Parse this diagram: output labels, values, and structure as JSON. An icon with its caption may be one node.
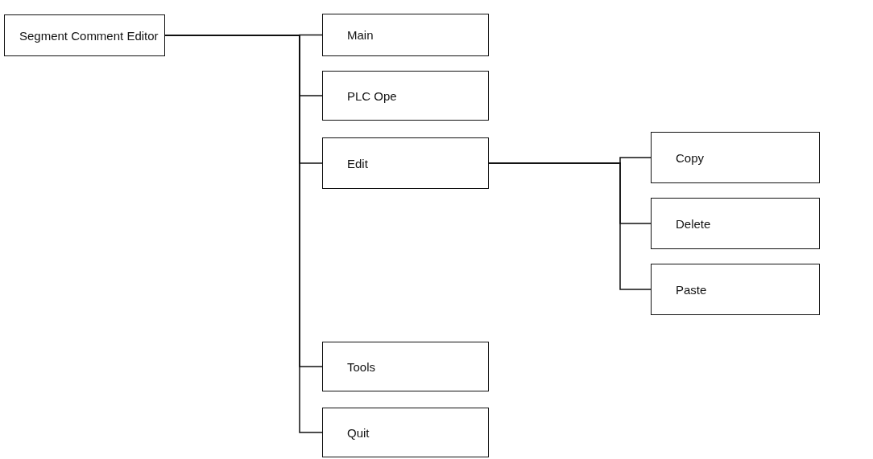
{
  "diagram": {
    "nodes": [
      {
        "text": [
          "Segment Comment Editor"
        ]
      },
      {
        "text": [
          "Main"
        ]
      },
      {
        "text": [
          "PLC Ope"
        ]
      },
      {
        "text": [
          "Edit"
        ]
      },
      {
        "text": [
          "Copy"
        ]
      },
      {
        "text": [
          "Delete"
        ]
      },
      {
        "text": [
          "Paste"
        ]
      },
      {
        "text": [
          "Tools"
        ]
      },
      {
        "text": [
          "Quit"
        ]
      }
    ],
    "edges": [
      {
        "from": 0,
        "to": 1,
        "arrow": "none"
      },
      {
        "from": 0,
        "to": 2,
        "arrow": "none"
      },
      {
        "from": 0,
        "to": 3,
        "arrow": "none"
      },
      {
        "from": 0,
        "to": 7,
        "arrow": "none"
      },
      {
        "from": 0,
        "to": 8,
        "arrow": "none"
      },
      {
        "from": 3,
        "to": 4,
        "arrow": "none"
      },
      {
        "from": 3,
        "to": 5,
        "arrow": "none"
      },
      {
        "from": 3,
        "to": 6,
        "arrow": "none"
      }
    ]
  }
}
